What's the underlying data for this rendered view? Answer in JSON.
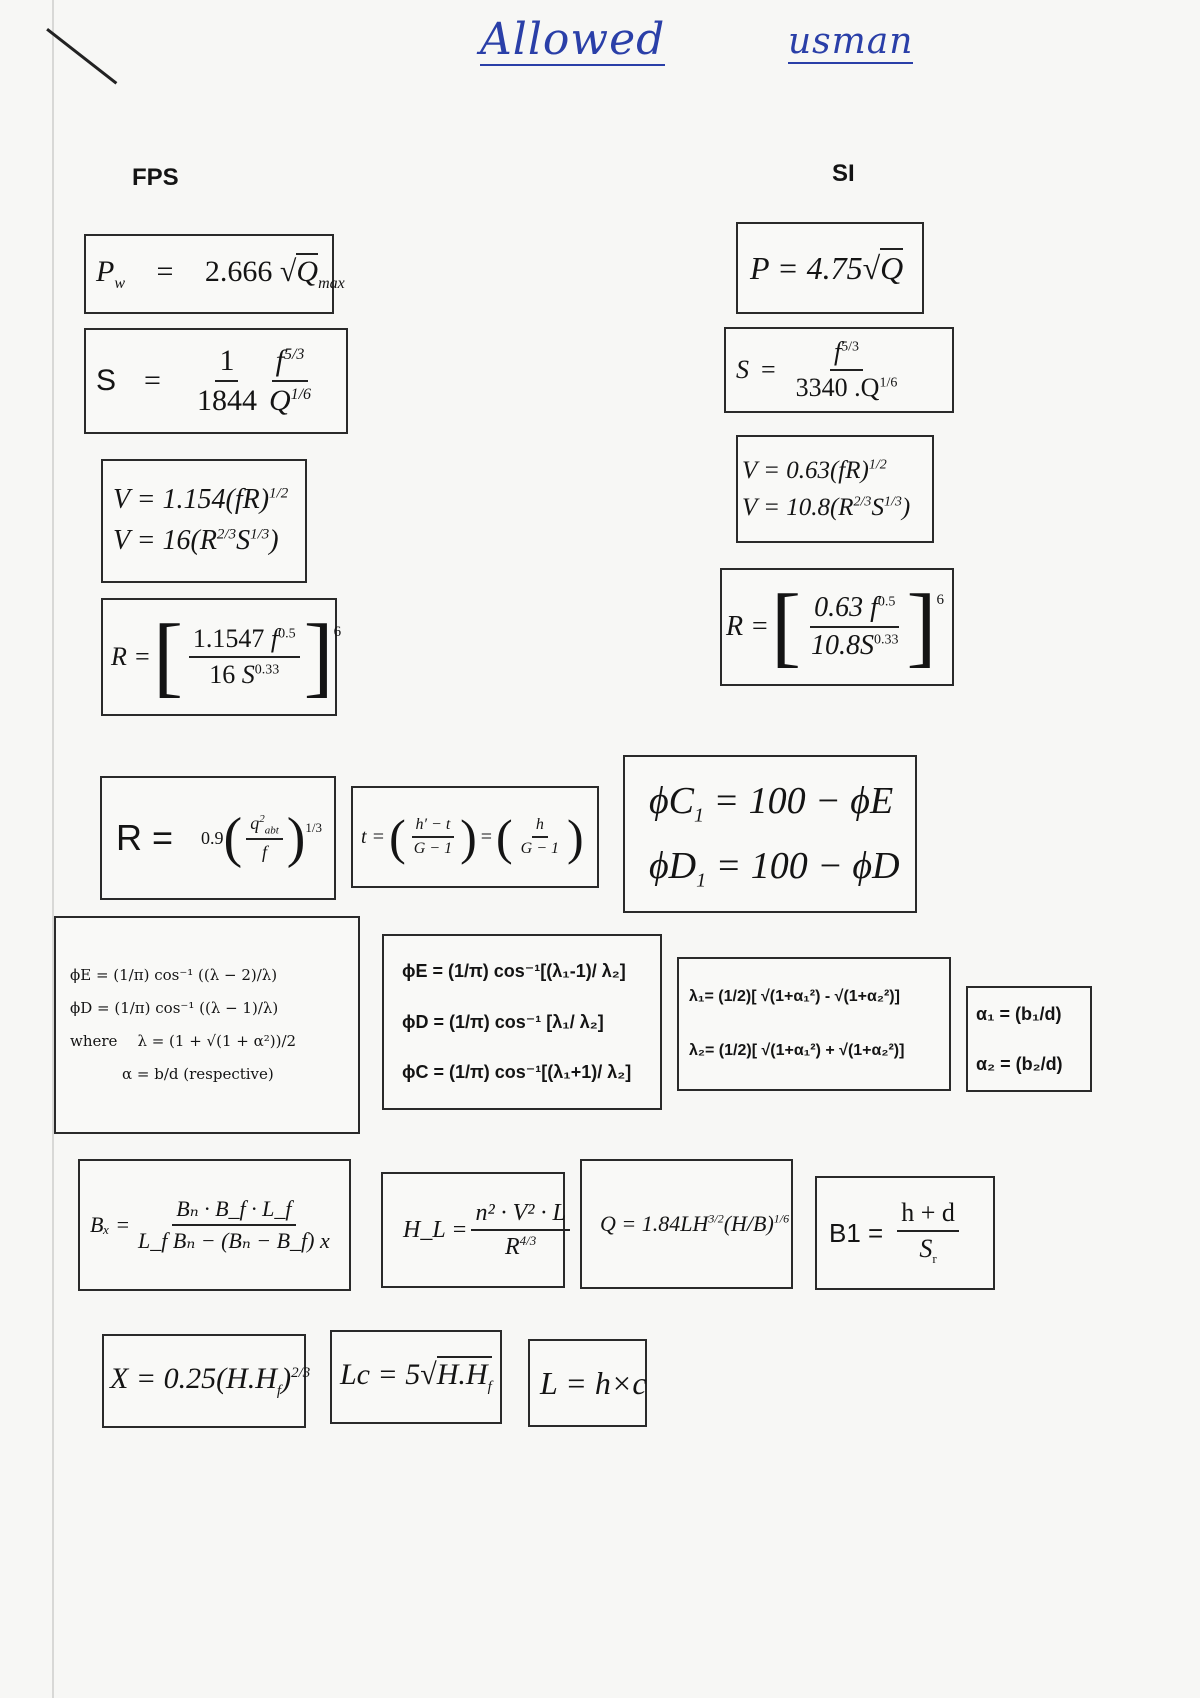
{
  "handwriting": {
    "allowed": "Allowed",
    "name": "usman"
  },
  "headings": {
    "fps": "FPS",
    "si": "SI"
  },
  "fps": {
    "pw": {
      "lhs": "P",
      "lhs_sub": "w",
      "eq": "=",
      "coef": "2.666",
      "rad": "Q",
      "rad_sub": "max"
    },
    "s": {
      "lhs": "S",
      "eq": "=",
      "num": "1",
      "den": "1844",
      "fnum": "f",
      "fnum_sup": "5/3",
      "fden": "Q",
      "fden_sup": "1/6"
    },
    "v": {
      "line1": "V = 1.154(fR)",
      "line1_sup": "1/2",
      "line2a": "V = 16(R",
      "line2_sup1": "2/3",
      "line2b": "S",
      "line2_sup2": "1/3",
      "line2c": ")"
    },
    "r": {
      "lhs": "R =",
      "num_coef": "1.1547",
      "num_f": "f",
      "num_sup": "0.5",
      "den_coef": "16",
      "den_s": "S",
      "den_sup": "0.33",
      "outer_sup": "6"
    }
  },
  "si": {
    "p": {
      "text": "P = 4.75",
      "rad": "Q"
    },
    "s": {
      "lhs": "S",
      "eq": "=",
      "num": "f",
      "num_sup": "5/3",
      "den": "3340 .Q",
      "den_sup": "1/6"
    },
    "v": {
      "line1": "V = 0.63(fR)",
      "line1_sup": "1/2",
      "line2a": "V = 10.8(R",
      "line2_sup1": "2/3",
      "line2b": "S",
      "line2_sup2": "1/3",
      "line2c": ")"
    },
    "r": {
      "lhs": "R =",
      "num": "0.63 f",
      "num_sup": "0.5",
      "den": "10.8S",
      "den_sup": "0.33",
      "outer_sup": "6"
    }
  },
  "middle": {
    "r": {
      "lhs": "R =",
      "coef": "0.9",
      "num": "q",
      "num_sup": "2",
      "num_sub": "abt",
      "den": "f",
      "outer_sup": "1/3"
    },
    "t": {
      "lhs": "t =",
      "n1": "h′ − t",
      "d1": "G − 1",
      "eq": "=",
      "n2": "h",
      "d2": "G − 1"
    },
    "phi": {
      "line1": "ϕC",
      "line1_sub": "1",
      "line1_rest": " = 100 − ϕE",
      "line2": "ϕD",
      "line2_sub": "1",
      "line2_rest": " = 100 − ϕD"
    }
  },
  "row5": {
    "phiE": "ϕE = (1/π) cos⁻¹ ((λ − 2)/λ)",
    "phiD": "ϕD = (1/π) cos⁻¹ ((λ − 1)/λ)",
    "where_label": "where",
    "lambda": "λ = (1 + √(1 + α²))/2",
    "alpha": "α = b/d (respective)",
    "phiE2": "ϕE = (1/π) cos⁻¹[(λ₁-1)/ λ₂]",
    "phiD2": "ϕD = (1/π) cos⁻¹ [λ₁/ λ₂]",
    "phiC2": "ϕC = (1/π) cos⁻¹[(λ₁+1)/ λ₂]",
    "lambda1": "λ₁= (1/2)[ √(1+α₁²) - √(1+α₂²)]",
    "lambda2": "λ₂= (1/2)[ √(1+α₁²) + √(1+α₂²)]",
    "alpha1": "α₁ = (b₁/d)",
    "alpha2": "α₂ = (b₂/d)"
  },
  "row6": {
    "bx": {
      "lhs": "Bₓ =",
      "num": "Bₙ · B_f · L_f",
      "den": "L_f Bₙ − (Bₙ − B_f) x"
    },
    "hl": {
      "lhs": "H_L =",
      "num": "n² · V² · L",
      "den": "R",
      "den_sup": "4/3"
    },
    "q": {
      "text": "Q = 1.84LH",
      "sup": "3/2",
      "paren": "(H/B)",
      "outer_sup": "1/6"
    },
    "b1": {
      "lhs": "B1 =",
      "num": "h + d",
      "den": "S",
      "den_sub": "r"
    }
  },
  "row7": {
    "x": {
      "text": "X = 0.25(H.H",
      "sub": "f",
      "close": ")",
      "sup": "2/3"
    },
    "lc": {
      "text": "Lc = 5",
      "rad": "H.H",
      "sub": "f"
    },
    "l": {
      "text": "L = h×c"
    }
  }
}
